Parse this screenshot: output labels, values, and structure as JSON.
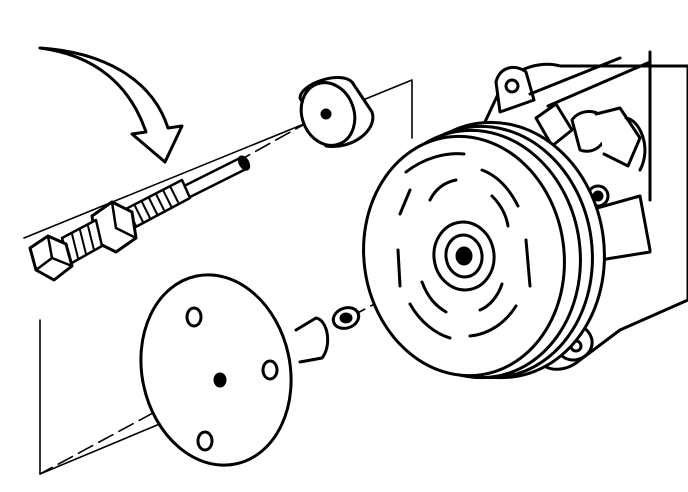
{
  "figure": {
    "subject": "ac-compressor-clutch-hub-removal",
    "colors": {
      "ink": "#000000",
      "paper": "#ffffff"
    },
    "parts": [
      {
        "id": "direction-arrow",
        "icon": "curved-arrow-icon"
      },
      {
        "id": "spacer-cap",
        "icon": "cylinder-icon"
      },
      {
        "id": "forcing-screw",
        "icon": "screw-icon"
      },
      {
        "id": "hub-puller",
        "icon": "disc-tool-icon"
      },
      {
        "id": "shaft-nut",
        "icon": "nut-icon"
      },
      {
        "id": "clutch-hub-pulley",
        "icon": "pulley-icon"
      },
      {
        "id": "compressor-body",
        "icon": "compressor-icon"
      }
    ]
  }
}
